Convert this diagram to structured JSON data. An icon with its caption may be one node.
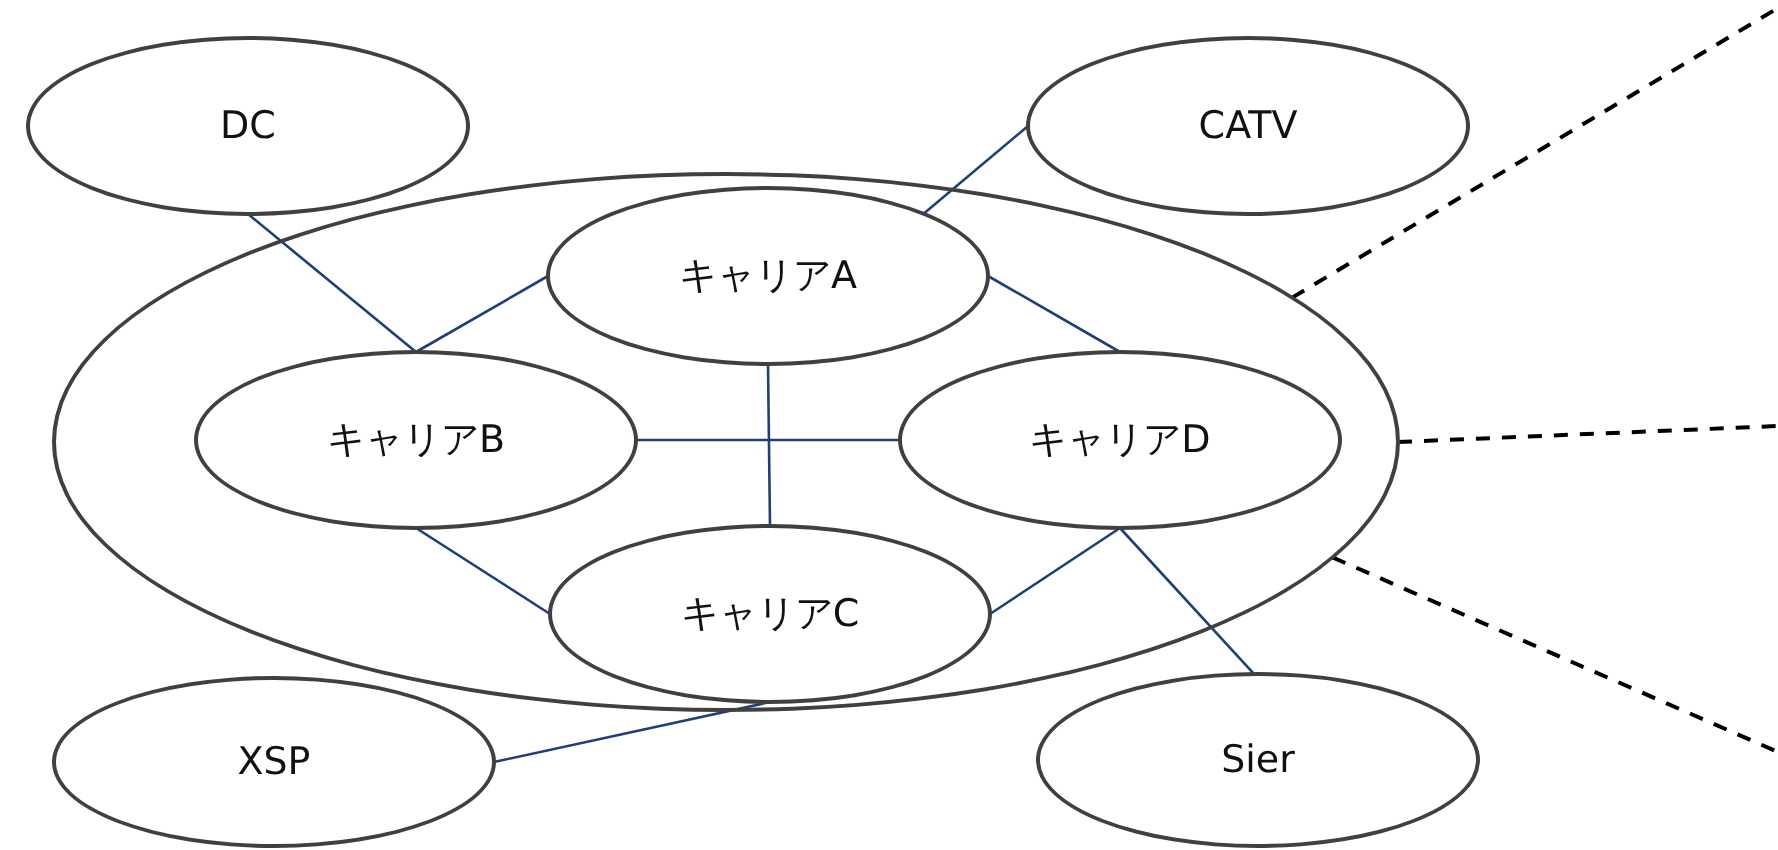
{
  "diagram": {
    "nodes": [
      {
        "text": [
          "DC"
        ]
      },
      {
        "text": [
          "CATV"
        ]
      },
      {
        "text": [],
        "shape": "circle"
      },
      {
        "text": [
          "キャリアA"
        ],
        "in": 2
      },
      {
        "text": [
          "キャリアB"
        ],
        "in": 2
      },
      {
        "text": [
          "キャリアD"
        ],
        "in": 2
      },
      {
        "text": [
          "キャリアC"
        ],
        "in": 2
      },
      {
        "text": [
          "XSP"
        ]
      },
      {
        "text": [
          "Sier"
        ]
      }
    ],
    "edges": [
      {
        "from": 0,
        "to": 4,
        "arrow": "none"
      },
      {
        "from": 1,
        "to": 3,
        "arrow": "none"
      },
      {
        "from": 3,
        "to": 4,
        "arrow": "none"
      },
      {
        "from": 3,
        "to": 5,
        "arrow": "none"
      },
      {
        "from": 4,
        "to": 5,
        "arrow": "none"
      },
      {
        "from": 3,
        "to": 6,
        "arrow": "none"
      },
      {
        "from": 4,
        "to": 6,
        "arrow": "none"
      },
      {
        "from": 6,
        "to": 5,
        "arrow": "none"
      },
      {
        "from": 7,
        "to": 6,
        "arrow": "none"
      },
      {
        "from": 5,
        "to": 8,
        "arrow": "none"
      },
      {
        "from": 2,
        "to": null,
        "arrow": "none",
        "style": "dashed",
        "color": "#000000"
      },
      {
        "from": 2,
        "to": null,
        "arrow": "none",
        "style": "dashed",
        "color": "#000000"
      },
      {
        "from": 2,
        "to": null,
        "arrow": "none",
        "style": "dashed",
        "color": "#000000"
      }
    ]
  }
}
